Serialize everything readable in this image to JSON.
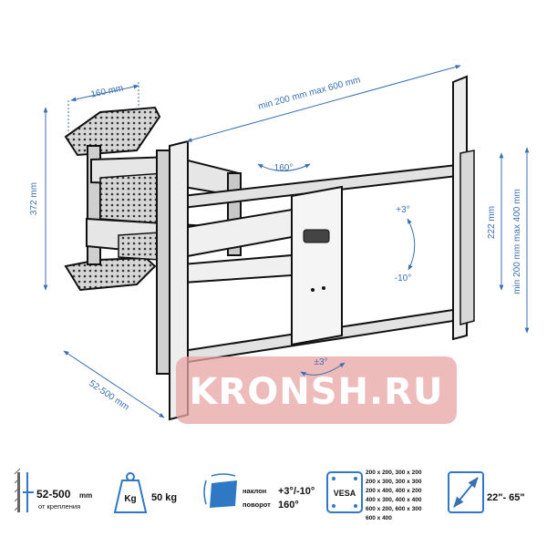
{
  "dimensions": {
    "depth_top": "160 mm",
    "height_left": "372 mm",
    "spacing_range": "min 200 mm max 600 mm",
    "rotation": "160°",
    "tilt_up": "+3°",
    "tilt_down": "-10°",
    "plate_height": "222 mm",
    "vertical_range": "min 200 mm max 400 mm",
    "swivel": "±3°",
    "extension": "52-500 mm"
  },
  "watermark": "KRONSH.RU",
  "specs": {
    "depth_value": "52-500",
    "depth_unit": "mm",
    "depth_sub": "от крепления",
    "kg_label": "Kg",
    "load": "50 kg",
    "tilt_label": "наклон",
    "tilt_value": "+3°/-10°",
    "rotate_label": "поворот",
    "rotate_value": "160°",
    "vesa_label": "VESA",
    "vesa_lines": [
      "200 x 200, 300 x 200",
      "200 x 300, 300 x 300",
      "200 x 400, 400 x 200",
      "400 x 300, 400 x 400",
      "600 x 200, 600 x 300",
      "600 x 400"
    ],
    "screen_range": "22\"- 65\""
  },
  "colors": {
    "dimension_blue": "#3a6fb0",
    "watermark_red": "#e8a4a4",
    "icon_blue": "#2f78c4"
  }
}
